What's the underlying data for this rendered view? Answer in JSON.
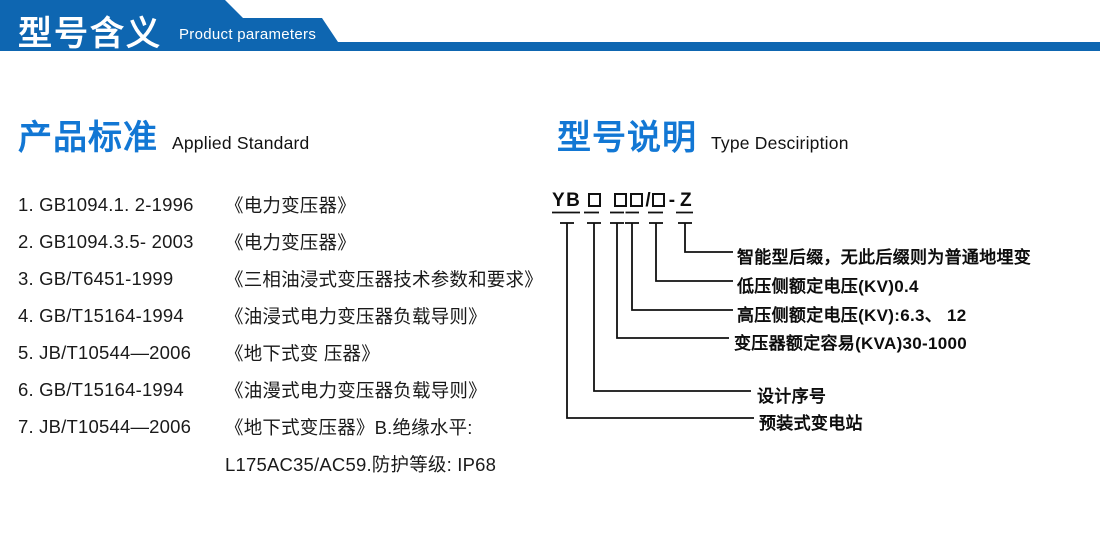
{
  "colors": {
    "banner_blue": "#0e66b1",
    "accent_blue": "#1277d4",
    "text_dark": "#1a1a1a"
  },
  "header": {
    "title_cn": "型号含义",
    "title_en": "Product parameters"
  },
  "left_section": {
    "heading_cn": "产品标准",
    "heading_en": "Applied Standard",
    "standards": [
      {
        "code": "1. GB1094.1. 2-1996",
        "title": "《电力变压器》"
      },
      {
        "code": "2. GB1094.3.5- 2003",
        "title": "《电力变压器》"
      },
      {
        "code": "3. GB/T6451-1999",
        "title": "《三相油浸式变压器技术参数和要求》"
      },
      {
        "code": "4. GB/T15164-1994",
        "title": "《油浸式电力变压器负载导则》"
      },
      {
        "code": "5. JB/T10544—2006",
        "title": "《地下式变 压器》"
      },
      {
        "code": "6. GB/T15164-1994",
        "title": "《油漫式电力变压器负载导则》"
      },
      {
        "code": "7. JB/T10544—2006",
        "title": "《地下式变压器》B.绝缘水平:"
      },
      {
        "code": "",
        "title": "L175AC35/AC59.防护等级: IP68"
      }
    ]
  },
  "right_section": {
    "heading_cn": "型号说明",
    "heading_en": "Type Desciription",
    "model_code": {
      "prefix": "YB",
      "slash": "/",
      "dash": "-",
      "suffix": "Z"
    },
    "labels": [
      {
        "text": "智能型后缀，无此后缀则为普通地埋变"
      },
      {
        "text": "低压侧额定电压(KV)0.4"
      },
      {
        "text": "高压侧额定电压(KV):6.3、 12"
      },
      {
        "text": "变压器额定容易(KVA)30-1000"
      },
      {
        "text": "设计序号"
      },
      {
        "text": "预装式变电站"
      }
    ]
  }
}
